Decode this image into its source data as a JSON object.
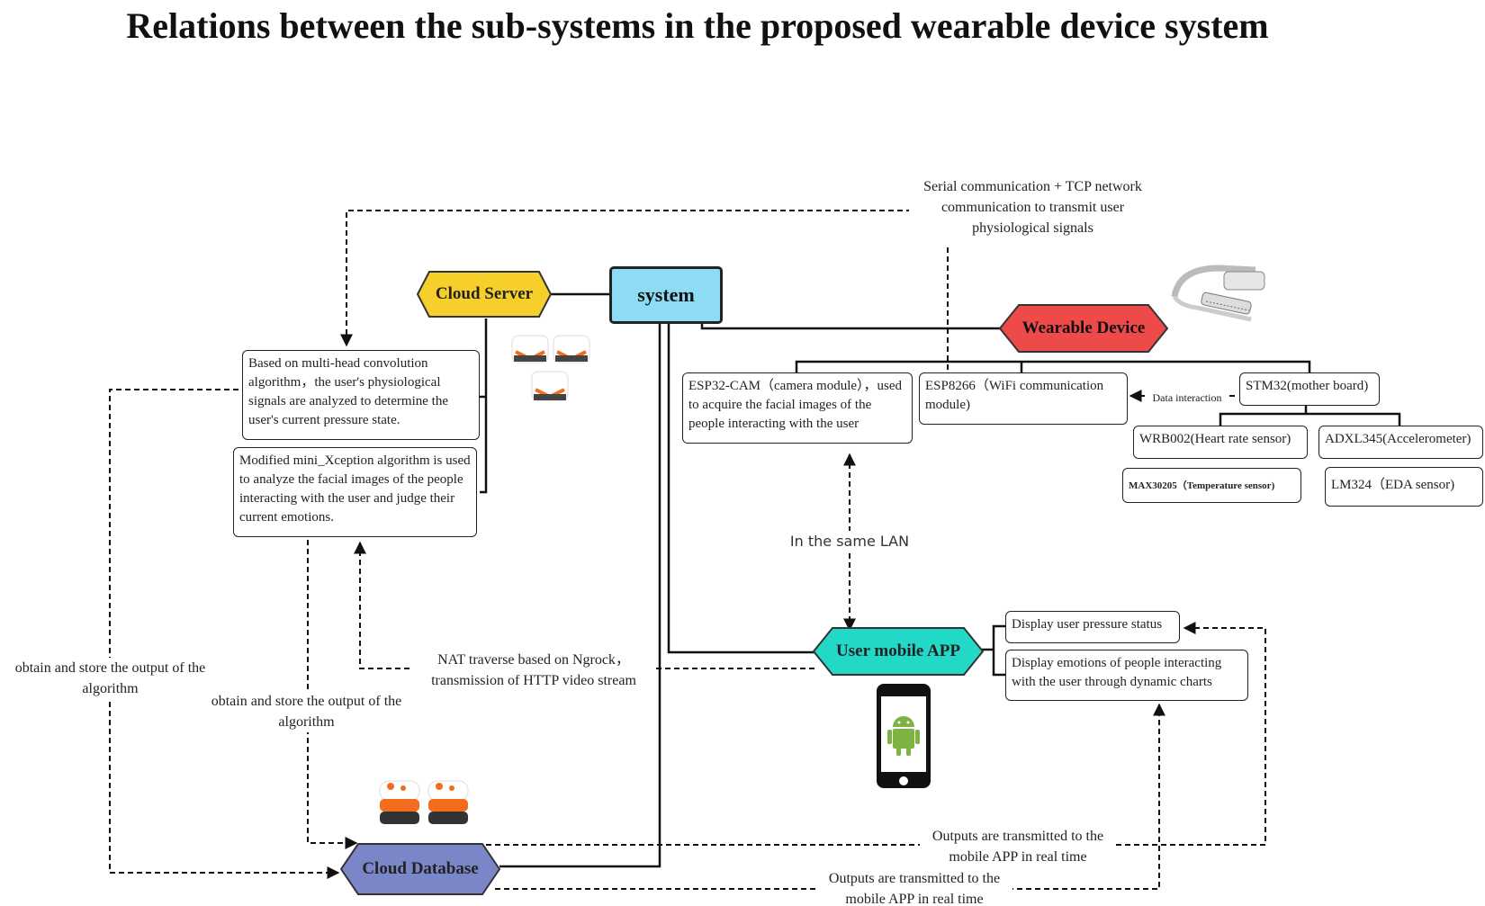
{
  "title": "Relations between the sub-systems in the proposed wearable device system",
  "nodes": {
    "system": "system",
    "cloud_server": "Cloud Server",
    "wearable_device": "Wearable Device",
    "user_mobile_app": "User mobile APP",
    "cloud_database": "Cloud Database"
  },
  "boxes": {
    "multihead": "Based on  multi-head convolution algorithm，the user's physiological signals  are analyzed to determine the user's current pressure state.",
    "xception": "Modified mini_Xception algorithm is used to analyze the facial images of the people interacting with the user and judge their current emotions.",
    "esp32": "ESP32-CAM（camera module），used to acquire the facial images of the people interacting with the user",
    "esp8266": "ESP8266（WiFi communication module)",
    "stm32": "STM32(mother board)",
    "wrb002": "WRB002(Heart rate sensor)",
    "adxl345": "ADXL345(Accelerometer)",
    "max30205": "MAX30205（Temperature sensor)",
    "lm324": "LM324（EDA sensor)",
    "display_pressure": "Display user pressure status",
    "display_emotions": "Display emotions of people interacting with the user through dynamic charts"
  },
  "labels": {
    "serial_tcp": "Serial communication + TCP network communication to transmit user physiological signals",
    "data_interaction": "Data interaction",
    "same_lan": "In the same LAN",
    "nat": "NAT traverse based on Ngrock，transmission of HTTP video stream",
    "obtain_left": "obtain and store the output of the algorithm",
    "obtain_mid": "obtain and store the output of the algorithm",
    "outputs_1": "Outputs are transmitted to the mobile APP in real time",
    "outputs_2": "Outputs are transmitted to the mobile APP in real time"
  },
  "colors": {
    "system": "#8ddcf3",
    "cloud_server": "#f6cf2a",
    "wearable_device": "#ef4a4a",
    "user_mobile_app": "#22d9c8",
    "cloud_database": "#7b86c8"
  },
  "icons": [
    "cloud-server-cubes-icon",
    "wearable-band-icon",
    "android-phone-icon",
    "database-icon"
  ]
}
